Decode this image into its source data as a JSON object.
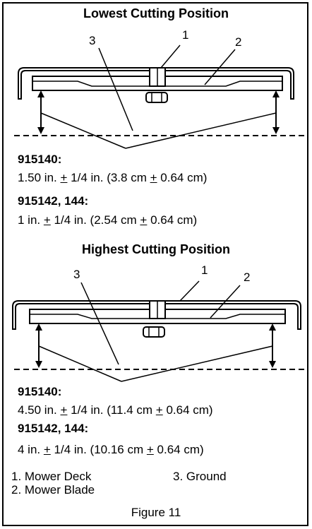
{
  "lowest": {
    "title": "Lowest Cutting Position",
    "callout_1": "1",
    "callout_2": "2",
    "callout_3": "3",
    "model_a": "915140:",
    "spec_a": {
      "pre": "1.50 in. ",
      "pm1": "+",
      "mid": " 1/4 in. (3.8 cm ",
      "pm2": "+",
      "post": " 0.64 cm)"
    },
    "model_b": "915142, 144:",
    "spec_b": {
      "pre": "1 in. ",
      "pm1": "+",
      "mid": " 1/4 in. (2.54 cm ",
      "pm2": "+",
      "post": " 0.64 cm)"
    }
  },
  "highest": {
    "title": "Highest Cutting Position",
    "callout_1": "1",
    "callout_2": "2",
    "callout_3": "3",
    "model_a": "915140:",
    "spec_a": {
      "pre": "4.50 in. ",
      "pm1": "+",
      "mid": " 1/4 in. (11.4 cm ",
      "pm2": "+",
      "post": " 0.64 cm)"
    },
    "model_b": "915142, 144:",
    "spec_b": {
      "pre": "4 in. ",
      "pm1": "+",
      "mid": " 1/4 in. (10.16 cm ",
      "pm2": "+",
      "post": " 0.64 cm)"
    }
  },
  "legend": {
    "item1": "1.  Mower Deck",
    "item2": "2.  Mower Blade",
    "item3": "3.  Ground"
  },
  "caption": "Figure 11"
}
